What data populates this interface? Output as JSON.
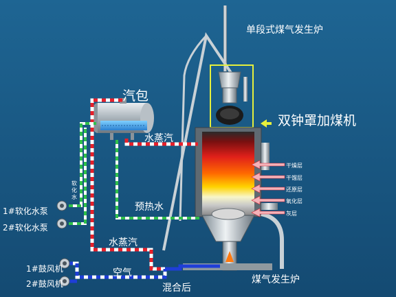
{
  "title": "单段式煤气发生炉",
  "drum_label": "汽包",
  "coal_feeder_label": "双钟罩加煤机",
  "gasifier_label": "煤气发生炉",
  "flows": {
    "steam_top": "水蒸汽",
    "preheated_water": "预热水",
    "steam_bottom": "水蒸汽",
    "air": "空气",
    "mixed": "混合后",
    "softened_water_vertical": [
      "软",
      "化",
      "水"
    ]
  },
  "equipment": {
    "soft_pump_1": "1#软化水泵",
    "soft_pump_2": "2#软化水泵",
    "blower_1": "1#鼓风机",
    "blower_2": "2#鼓风机"
  },
  "zones": [
    "干燥层",
    "干馏层",
    "还原层",
    "氧化层",
    "灰层"
  ],
  "colors": {
    "background": "#1a5a86",
    "steam_line": "#e8202a",
    "water_line": "#2fc04a",
    "air_line": "#1f3ed8",
    "highlight_box": "#e6f03c"
  }
}
